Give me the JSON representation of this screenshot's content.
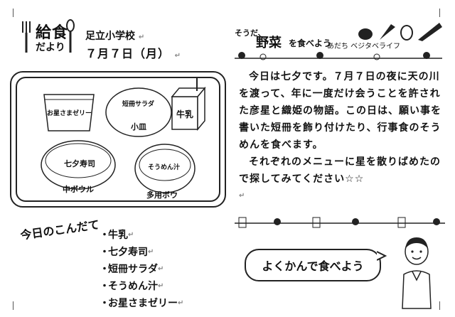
{
  "header": {
    "logo_big": "給食",
    "logo_small": "だより",
    "school": "足立小学校",
    "date": "７月７日（月）"
  },
  "tray": {
    "jelly": "お星さまゼリー",
    "salad_label": "短冊サラダ",
    "salad_dish": "小皿",
    "milk": "牛乳",
    "sushi_label": "七夕寿司",
    "sushi_dish": "中ボウル",
    "soup_label": "そうめん汁",
    "soup_dish": "多用ボウ"
  },
  "menu": {
    "heading": "今日のこんだて",
    "items": [
      "牛乳",
      "七夕寿司",
      "短冊サラダ",
      "そうめん汁",
      "お星さまゼリー"
    ]
  },
  "banner": {
    "pre": "そうだ、",
    "main": "野菜",
    "post": "を食べよう",
    "sub": "あだち ベジタベライフ"
  },
  "story": {
    "p1": "今日は七夕です。７月７日の夜に天の川を渡って、年に一度だけ会うことを許された彦星と織姫の物語。この日は、願い事を書いた短冊を飾り付けたり、行事食のそうめんを食べます。",
    "p2": "それぞれのメニューに星を散りばめたので探してみてください☆☆"
  },
  "callout": "よくかんで食べよう",
  "marks": "↵"
}
